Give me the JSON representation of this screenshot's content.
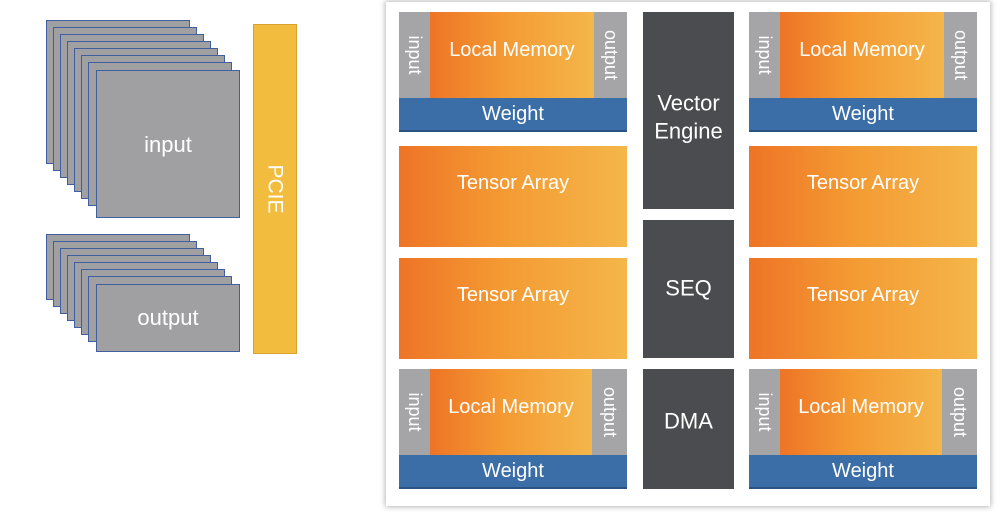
{
  "host": {
    "input_label": "input",
    "output_label": "output",
    "bus_label": "PCIE"
  },
  "chip": {
    "local_memory_label": "Local Memory",
    "port_in_label": "input",
    "port_out_label": "output",
    "weight_label": "Weight",
    "tensor_array_label": "Tensor Array",
    "vector_engine_line1": "Vector",
    "vector_engine_line2": "Engine",
    "seq_label": "SEQ",
    "dma_label": "DMA"
  },
  "colors": {
    "sheet_gray": "#a0a0a2",
    "sheet_border": "#3f5fa0",
    "bus_yellow": "#f2bd3e",
    "orange_start": "#ee7426",
    "orange_end": "#f4b64a",
    "weight_blue": "#3b6ea6",
    "engine_dark": "#4b4c50",
    "port_gray": "#a5a5a7"
  }
}
